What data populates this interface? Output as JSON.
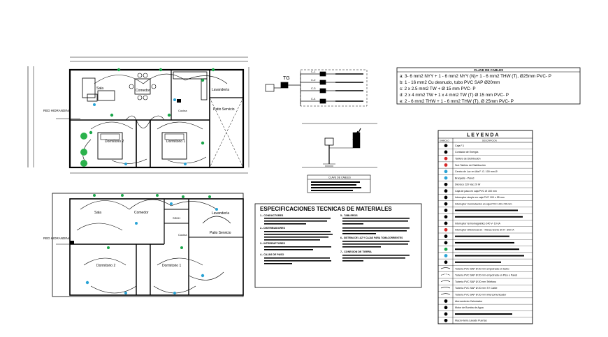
{
  "plan_top": {
    "rooms": {
      "sala": "Sala",
      "comedor": "Comedor",
      "lavanderia": "Lavandería",
      "patio": "Patio Servicio",
      "dorm2": "Dormitorio 2",
      "dorm1": "Dormitorio 1",
      "cocina": "Cocina"
    },
    "red_label": "RED HIDRANDINA"
  },
  "plan_bottom": {
    "rooms": {
      "sala": "Sala",
      "comedor": "Comedor",
      "lavanderia": "Lavandería",
      "patio": "Patio Servicio",
      "dorm2": "Dormitorio 2",
      "dorm1": "Dormitorio 1",
      "cocina": "Cocina",
      "sshh": "SSHH"
    },
    "red_label": "RED HIDRANDINA"
  },
  "tg_diagram": {
    "title": "TG",
    "circuits": [
      "C-1",
      "C-2",
      "C-3",
      "C-4"
    ]
  },
  "cable_key": {
    "title": "CLAVE DE CABLES",
    "rows": [
      "a: 3- 6 mm2 NYY + 1 - 6 mm2 NYY (N)+ 1 - 6 mm2 THW (T), Ø25mm PVC- P",
      "b: 1 - 16 mm2 Cu desnudo, tubo PVC SAP Ø20mm",
      "c: 2 x 2.5 mm2 TW + Ø 15 mm PVC- P",
      "d: 2 x 4 mm2 TW + 1 x 4 mm2 TW (T) Ø 15 mm PVC- P",
      "e: 2 - 6 mm2 THW + 1 - 6 mm2 THW (T), Ø 25mm PVC- P"
    ]
  },
  "small_key": {
    "title": "CLAVE DE CABLES"
  },
  "specs": {
    "title": "ESPECIFICACIONES TECNICAS DE MATERIALES",
    "left": [
      "1.- CONDUCTORES",
      "2.- DISTRIBUIDORES",
      "3.- INTERRUPTORES",
      "4.- CAJAS DE PASO"
    ],
    "right": [
      "5.- TABLEROS",
      "6.- SISTEMA DE LUZ Y CAJAS PARA TOMACORRIENTES",
      "7.- CONEXION DE TIERRA"
    ]
  },
  "legend": {
    "title": "LEYENDA",
    "col_symbol": "SIMBOLO",
    "col_desc": "DESCRIPCION",
    "items": [
      "Caja F.1",
      "Contador de Energía",
      "Tablero de Distribución",
      "Sub Tablero de Distribución",
      "Centro de Luz en Ufa F. G. 100 mm Ø",
      "Braquete - Pared",
      "Dicroico 220 Vac 20 W",
      "Caja de paso en caja PVC Ø 100 mm",
      "Interruptor simple en caja PVC 100 x 55 mm",
      "Interruptor Conmutación en caja PVC 100 x 55 mm",
      "",
      "",
      "Interruptor termomagnético 240 V- 10 kA",
      "Interruptor Diferencial 2x - Marca Genio 30 A - 30m A",
      "",
      "",
      "",
      "",
      "",
      "Tubería PVC SAP Ø 20 mm empotrada en techo",
      "Tubería PVC SAP Ø 20 mm empotrada en Piso o Pared",
      "Tubería PVC SAP Ø 20 mm Teléfono",
      "Tubería PVC SAP Ø 20 mm TV Cable",
      "Tubería PVC SAP Ø 20 mm Intercomunicador",
      "Aterramiento Calentador",
      "Motor de Bomba de Agua",
      "",
      "Macro-tierra Lavado Puertas"
    ]
  }
}
